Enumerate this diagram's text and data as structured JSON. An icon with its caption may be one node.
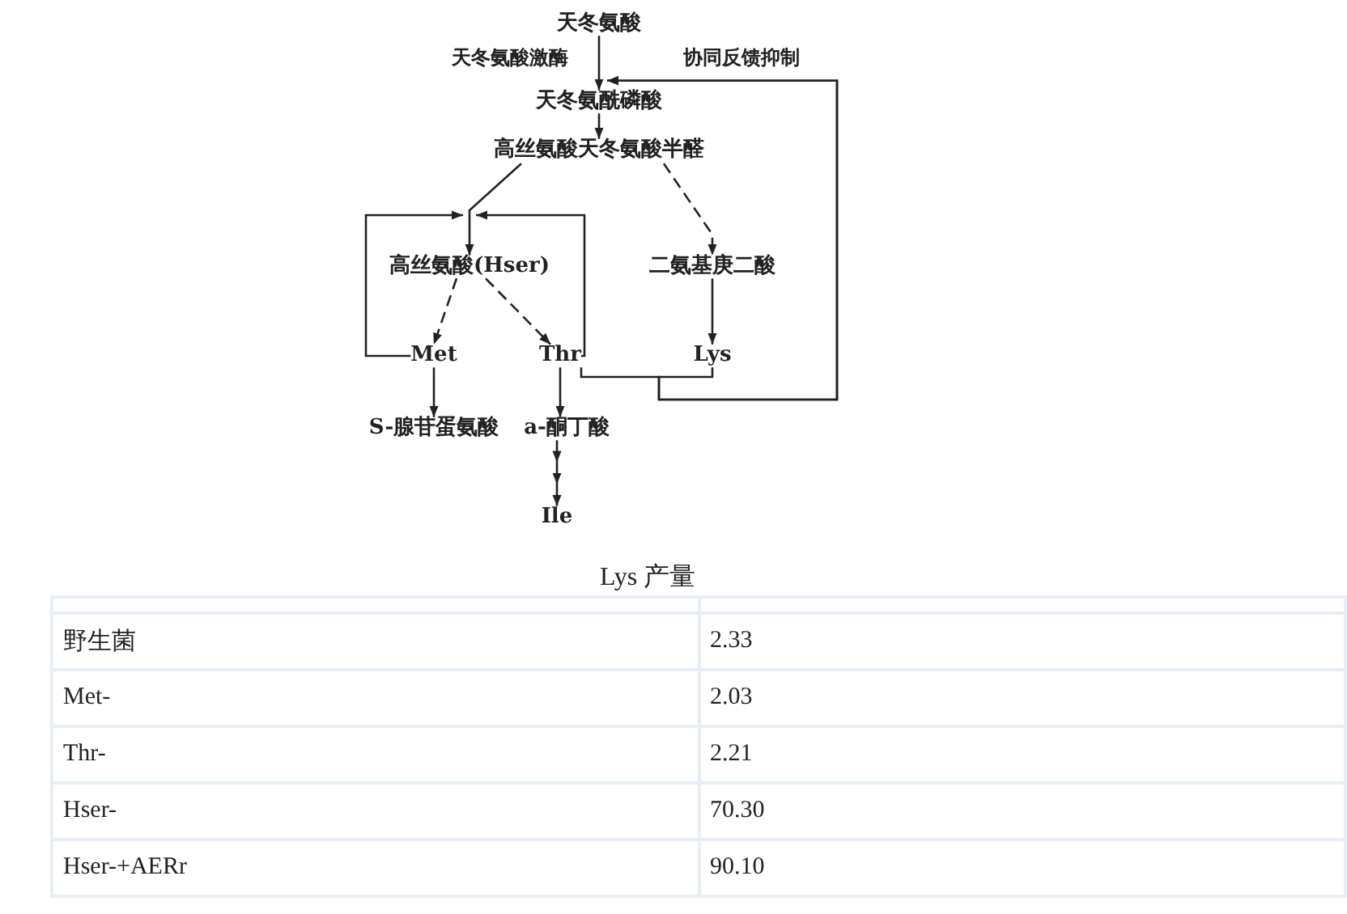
{
  "diagram": {
    "nodes": [
      {
        "text": [
          "天冬氨酸"
        ]
      },
      {
        "text": [
          "天冬氨酰磷酸"
        ]
      },
      {
        "text": [
          "高丝氨酸天冬氨酸半醛"
        ]
      },
      {
        "text": [
          "高丝氨酸(Hser)"
        ]
      },
      {
        "text": [
          "二氨基庚二酸"
        ]
      },
      {
        "text": [
          "Met"
        ]
      },
      {
        "text": [
          "Thr"
        ]
      },
      {
        "text": [
          "Lys"
        ]
      },
      {
        "text": [
          "S-腺苷蛋氨酸"
        ]
      },
      {
        "text": [
          "a-酮丁酸"
        ]
      },
      {
        "text": [
          "Ile"
        ]
      }
    ],
    "edges": [
      {
        "from": 0,
        "to": 1,
        "arrow": "to",
        "label": "天冬氨酸激酶"
      },
      {
        "from": 1,
        "to": 2,
        "arrow": "to"
      },
      {
        "from": 2,
        "to": 3,
        "arrow": "to"
      },
      {
        "from": 2,
        "to": 4,
        "arrow": "to",
        "style": "dashed"
      },
      {
        "from": 3,
        "to": 5,
        "arrow": "to",
        "style": "dashed"
      },
      {
        "from": 3,
        "to": 6,
        "arrow": "to",
        "style": "dashed"
      },
      {
        "from": 4,
        "to": 7,
        "arrow": "to"
      },
      {
        "from": 5,
        "to": 8,
        "arrow": "to"
      },
      {
        "from": 6,
        "to": 9,
        "arrow": "to"
      },
      {
        "from": 9,
        "to": 10,
        "arrow": "to"
      },
      {
        "from": 5,
        "to": 3,
        "arrow": "to"
      },
      {
        "from": 6,
        "to": 3,
        "arrow": "to"
      },
      {
        "from": 6,
        "to": 1,
        "arrow": "to"
      },
      {
        "from": 7,
        "to": 1,
        "arrow": "to"
      }
    ],
    "labels": [
      "协同反馈抑制",
      "Lys 产量",
      "野生菌",
      "2.33",
      "Met-",
      "2.03",
      "Thr-",
      "2.21",
      "Hser-",
      "70.30",
      "Hser-+AERr",
      "90.10"
    ]
  }
}
